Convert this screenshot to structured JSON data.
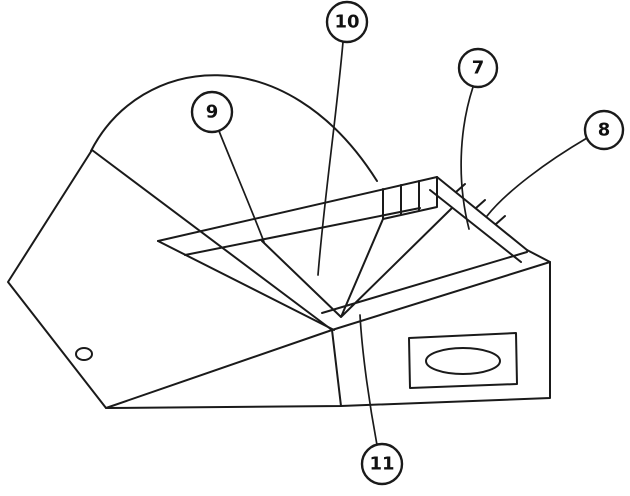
{
  "figure": {
    "background_color": "#ffffff",
    "line_color": "#1a1a1a",
    "callouts": [
      {
        "label": "7"
      },
      {
        "label": "8"
      },
      {
        "label": "9"
      },
      {
        "label": "10"
      },
      {
        "label": "11"
      }
    ]
  }
}
